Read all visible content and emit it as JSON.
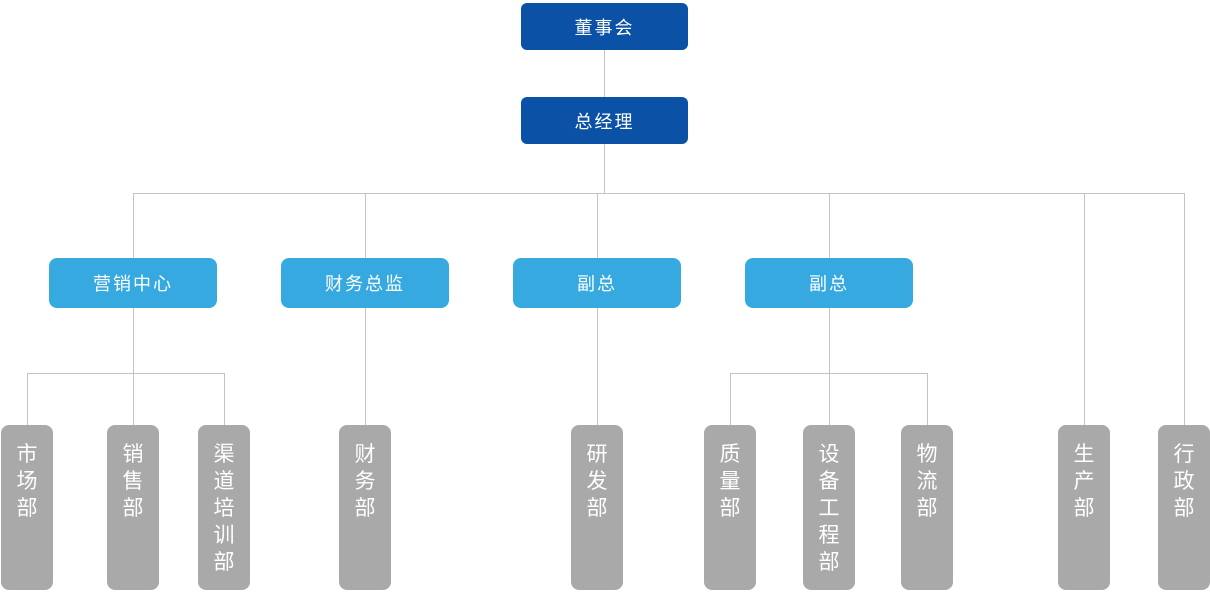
{
  "chart": {
    "type": "org-chart",
    "level1": [
      {
        "label": "董事会"
      },
      {
        "label": "总经理"
      }
    ],
    "level2": [
      {
        "label": "营销中心",
        "parent": "总经理"
      },
      {
        "label": "财务总监",
        "parent": "总经理"
      },
      {
        "label": "副总",
        "parent": "总经理"
      },
      {
        "label": "副总",
        "parent": "总经理"
      }
    ],
    "departments": [
      {
        "label": "市场部",
        "parent": "营销中心"
      },
      {
        "label": "销售部",
        "parent": "营销中心"
      },
      {
        "label": "渠道培训部",
        "parent": "营销中心"
      },
      {
        "label": "财务部",
        "parent": "财务总监"
      },
      {
        "label": "研发部",
        "parent": "副总"
      },
      {
        "label": "质量部",
        "parent": "副总"
      },
      {
        "label": "设备工程部",
        "parent": "副总"
      },
      {
        "label": "物流部",
        "parent": "副总"
      },
      {
        "label": "生产部",
        "parent": "总经理"
      },
      {
        "label": "行政部",
        "parent": "总经理"
      }
    ],
    "colors": {
      "executive_box": "#0b51a5",
      "manager_box": "#35a9e0",
      "department_box": "#a9a9a9",
      "connector_line": "#c3c3c3",
      "label_text": "#ffffff",
      "background": "#ffffff"
    }
  }
}
